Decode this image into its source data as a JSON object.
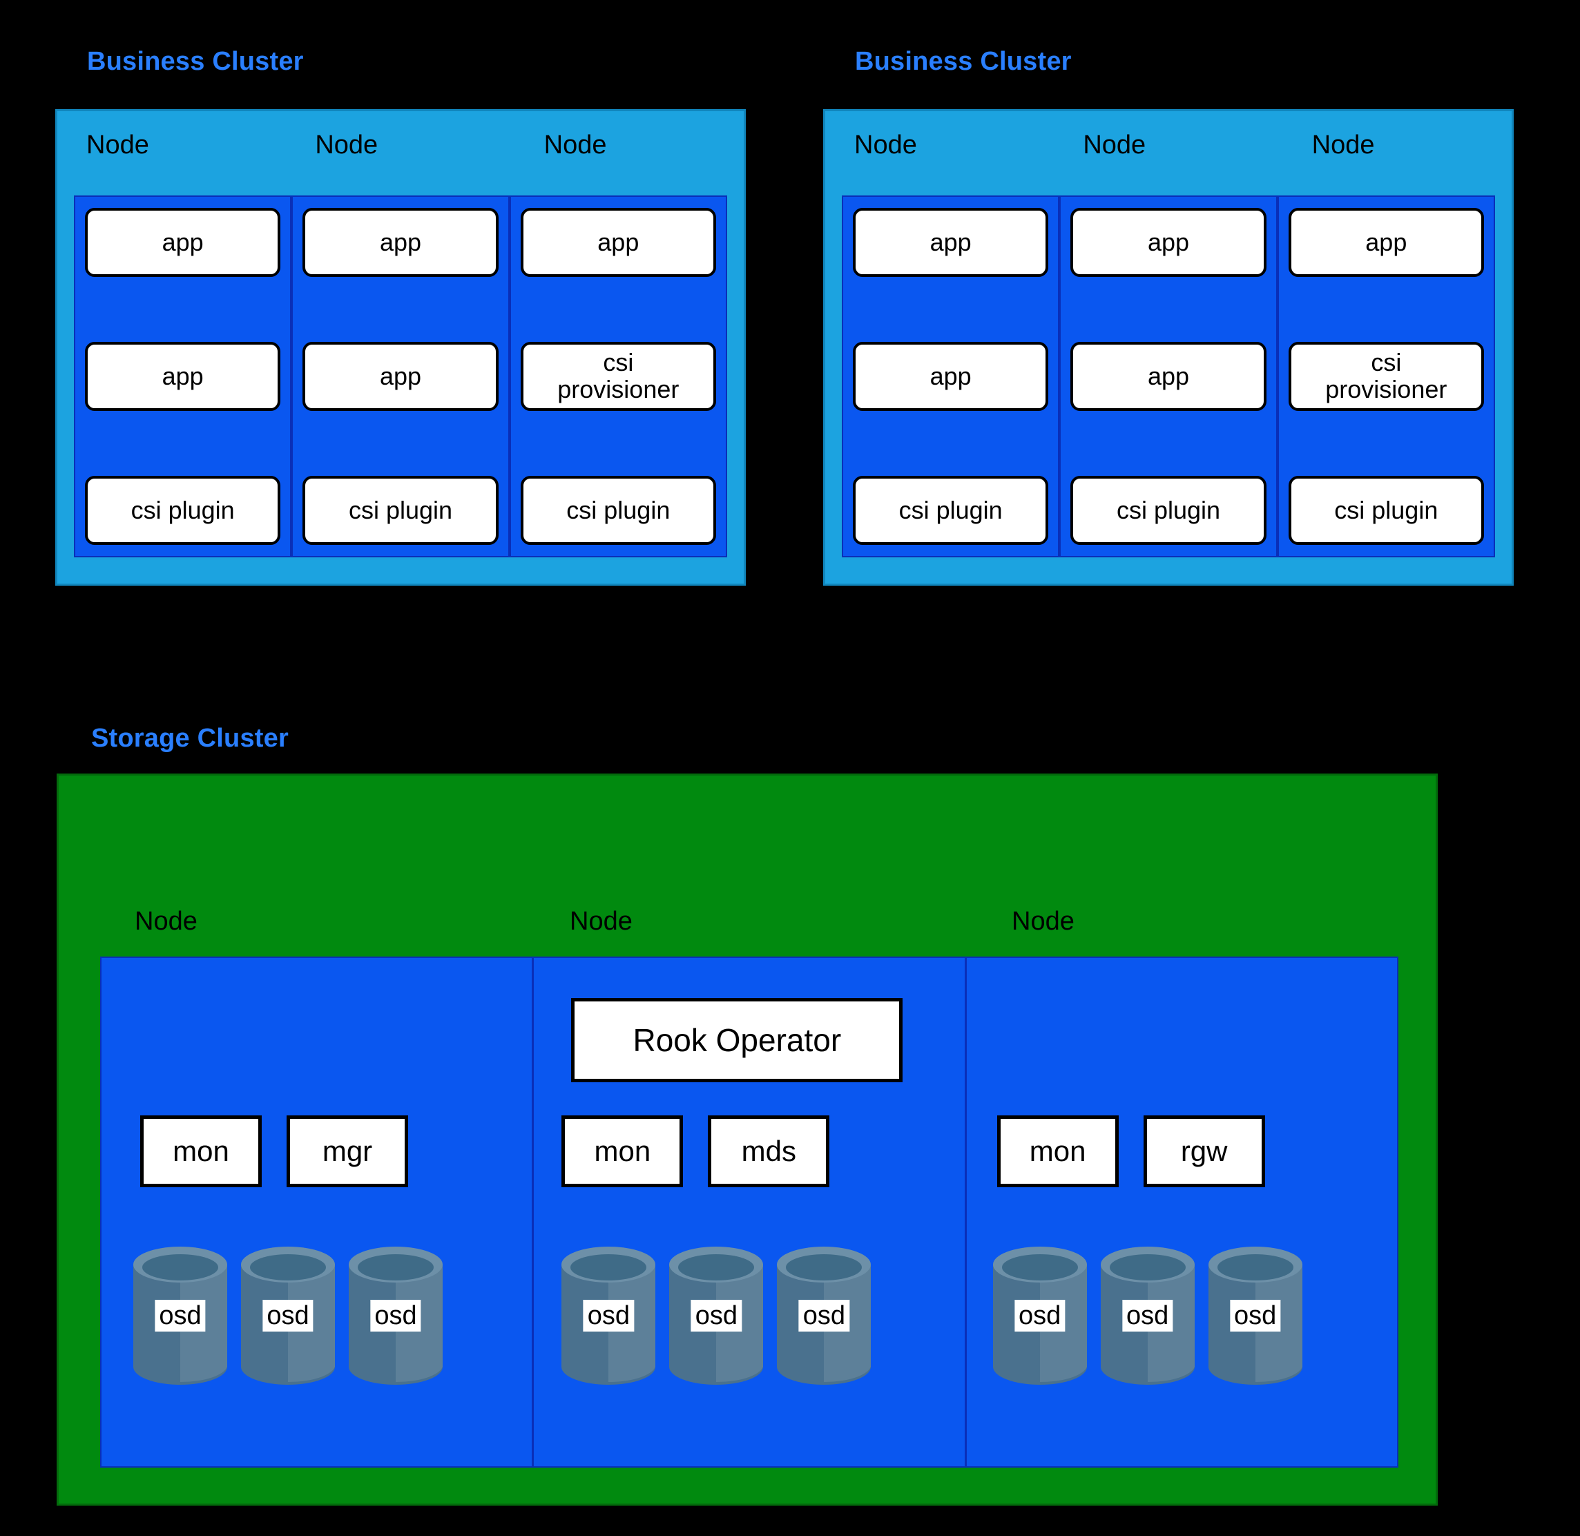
{
  "clusters": {
    "business": [
      {
        "title": "Business Cluster",
        "nodes": [
          {
            "label": "Node",
            "pods": [
              "app",
              "app",
              "csi plugin"
            ]
          },
          {
            "label": "Node",
            "pods": [
              "app",
              "app",
              "csi plugin"
            ]
          },
          {
            "label": "Node",
            "pods": [
              "app",
              "csi\nprovisioner",
              "csi plugin"
            ]
          }
        ]
      },
      {
        "title": "Business Cluster",
        "nodes": [
          {
            "label": "Node",
            "pods": [
              "app",
              "app",
              "csi plugin"
            ]
          },
          {
            "label": "Node",
            "pods": [
              "app",
              "app",
              "csi plugin"
            ]
          },
          {
            "label": "Node",
            "pods": [
              "app",
              "csi\nprovisioner",
              "csi plugin"
            ]
          }
        ]
      }
    ],
    "storage": {
      "title": "Storage Cluster",
      "nodes": [
        {
          "label": "Node",
          "operator": null,
          "services": [
            "mon",
            "mgr"
          ],
          "osds": [
            "osd",
            "osd",
            "osd"
          ]
        },
        {
          "label": "Node",
          "operator": "Rook Operator",
          "services": [
            "mon",
            "mds"
          ],
          "osds": [
            "osd",
            "osd",
            "osd"
          ]
        },
        {
          "label": "Node",
          "operator": null,
          "services": [
            "mon",
            "rgw"
          ],
          "osds": [
            "osd",
            "osd",
            "osd"
          ]
        }
      ]
    }
  },
  "colors": {
    "background": "#000000",
    "title": "#2a7fff",
    "business_cluster_fill": "#1ca3e0",
    "node_fill": "#0a57f0",
    "node_border": "#0a2fb8",
    "storage_cluster_fill": "#018a0f",
    "pod_fill": "#ffffff",
    "pod_border": "#000000",
    "osd_body": "#4a718e",
    "osd_body_light": "#5d8099",
    "osd_rim": "#6d90a8",
    "osd_inner": "#3f6b87"
  }
}
